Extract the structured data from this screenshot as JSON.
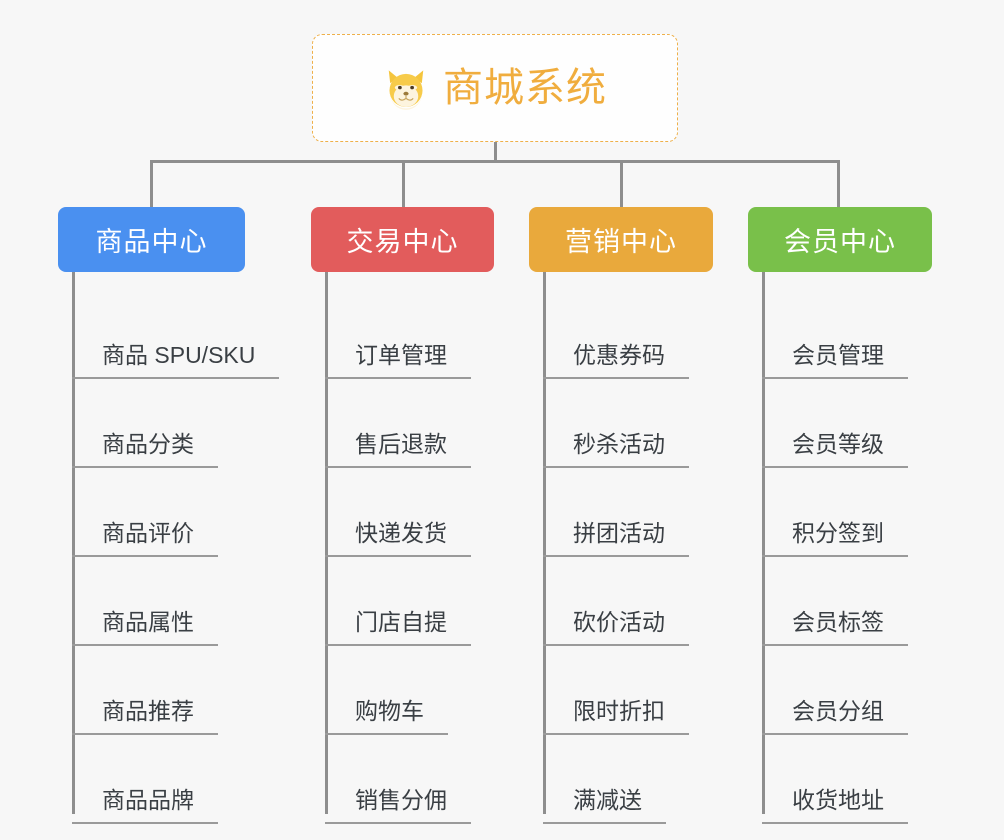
{
  "page": {
    "background": "#f7f7f7",
    "type": "mindmap"
  },
  "root": {
    "title": "商城系统",
    "icon": "shiba-dog-face-icon",
    "text_color": "#f0ad3e",
    "border_color": "#eeb04a"
  },
  "connector": {
    "color": "#8e8e8e"
  },
  "branches": [
    {
      "label": "商品中心",
      "color": "#4a90f0",
      "items": [
        "商品 SPU/SKU",
        "商品分类",
        "商品评价",
        "商品属性",
        "商品推荐",
        "商品品牌"
      ]
    },
    {
      "label": "交易中心",
      "color": "#e25c5c",
      "items": [
        "订单管理",
        "售后退款",
        "快递发货",
        "门店自提",
        "购物车",
        "销售分佣"
      ]
    },
    {
      "label": "营销中心",
      "color": "#e9a93c",
      "items": [
        "优惠券码",
        "秒杀活动",
        "拼团活动",
        "砍价活动",
        "限时折扣",
        "满减送"
      ]
    },
    {
      "label": "会员中心",
      "color": "#79c04a",
      "items": [
        "会员管理",
        "会员等级",
        "积分签到",
        "会员标签",
        "会员分组",
        "收货地址"
      ]
    }
  ]
}
